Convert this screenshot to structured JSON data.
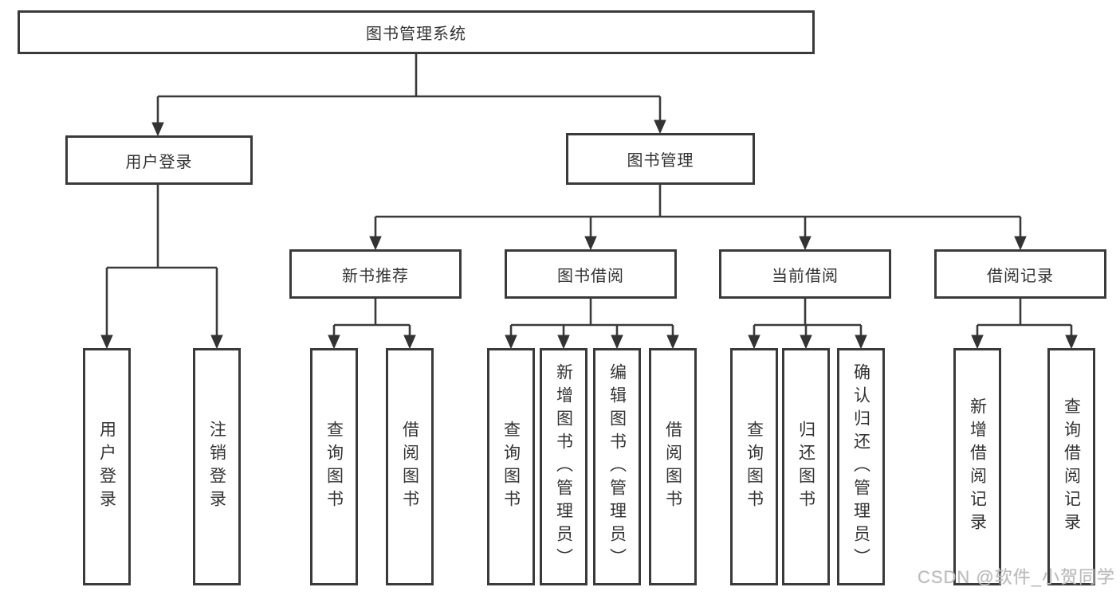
{
  "diagram": {
    "title": "图书管理系统",
    "level2": {
      "user_login": "用户登录",
      "book_mgmt": "图书管理"
    },
    "level3": {
      "new_books": "新书推荐",
      "book_borrow": "图书借阅",
      "current_borrow": "当前借阅",
      "borrow_records": "借阅记录"
    },
    "leaves": {
      "user_login": [
        "用户登录",
        "注销登录"
      ],
      "new_books": [
        "查询图书",
        "借阅图书"
      ],
      "book_borrow": [
        "查询图书",
        "新增图书（管理员）",
        "编辑图书（管理员）",
        "借阅图书"
      ],
      "current_borrow": [
        "查询图书",
        "归还图书",
        "确认归还（管理员）"
      ],
      "borrow_records": [
        "新增借阅记录",
        "查询借阅记录"
      ]
    },
    "watermark": "CSDN @软件_小贺同学",
    "colors": {
      "line": "#3a3a3a",
      "text": "#333333",
      "watermark": "#bcbcbc",
      "background": "#ffffff"
    }
  }
}
